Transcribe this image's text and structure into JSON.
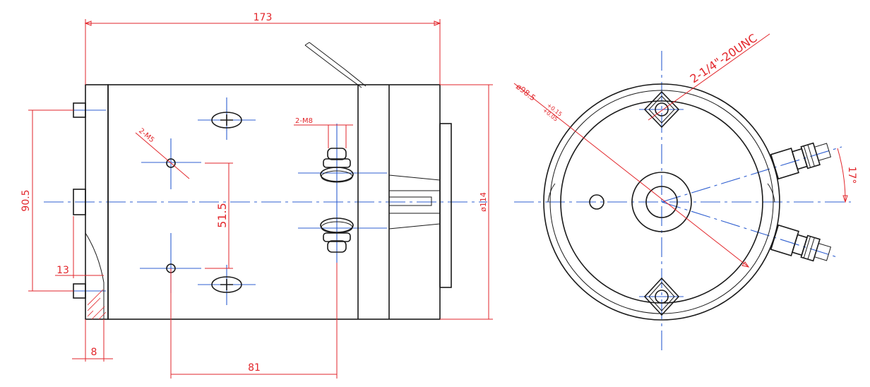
{
  "side_view": {
    "overall_length": "173",
    "flange_height": "90.5",
    "hole_spacing_vertical": "51.5",
    "hole_offset": "81",
    "flange_thickness": "13",
    "flange_gap": "8",
    "body_diameter": "ø114",
    "tapped_holes": "2-M5",
    "terminal_studs": "2-M8"
  },
  "end_view": {
    "pilot_diameter": "ø98.5",
    "pilot_tolerance_upper": "+0.15",
    "pilot_tolerance_lower": "+0.05",
    "mounting_thread": "2-1/4\"-20UNC",
    "terminal_angle": "17°"
  },
  "colors": {
    "outline": "#1a1a1a",
    "dimension": "#e2262b",
    "centerline": "#2f5fd0"
  }
}
